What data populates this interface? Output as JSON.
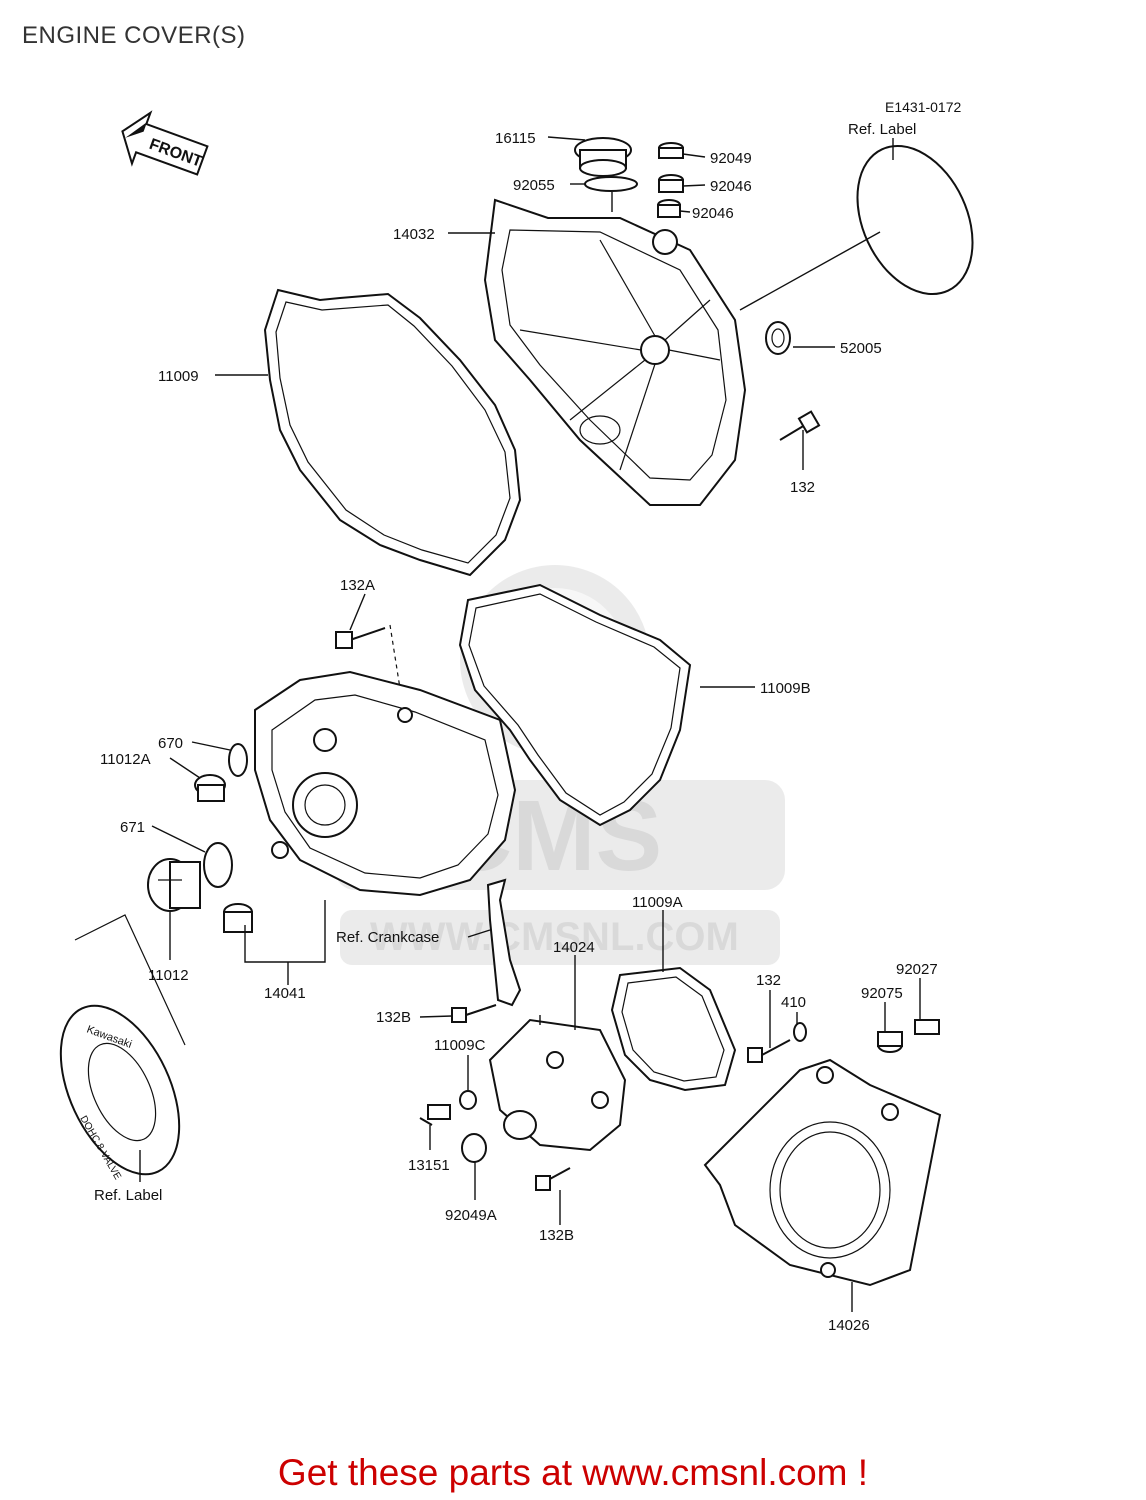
{
  "page": {
    "title": "ENGINE COVER(S)"
  },
  "diagram": {
    "ref_code": "E1431-0172",
    "front_arrow_text": "FRONT",
    "label_text_1": "Kawasaki",
    "label_text_2": "DOHC 8-VALVE",
    "watermark_logo": "CMS",
    "watermark_url": "WWW.CMSNL.COM",
    "parts": [
      {
        "id": "p16115",
        "number": "16115"
      },
      {
        "id": "p92049",
        "number": "92049"
      },
      {
        "id": "p92055",
        "number": "92055"
      },
      {
        "id": "p92046a",
        "number": "92046"
      },
      {
        "id": "p92046b",
        "number": "92046"
      },
      {
        "id": "p14032",
        "number": "14032"
      },
      {
        "id": "pref1",
        "number": "Ref. Label"
      },
      {
        "id": "p11009",
        "number": "11009"
      },
      {
        "id": "p52005",
        "number": "52005"
      },
      {
        "id": "p132a",
        "number": "132"
      },
      {
        "id": "p132A",
        "number": "132A"
      },
      {
        "id": "p11009B",
        "number": "11009B"
      },
      {
        "id": "p670",
        "number": "670"
      },
      {
        "id": "p11012A",
        "number": "11012A"
      },
      {
        "id": "p671",
        "number": "671"
      },
      {
        "id": "p11012",
        "number": "11012"
      },
      {
        "id": "p14041",
        "number": "14041"
      },
      {
        "id": "prefcc",
        "number": "Ref. Crankcase"
      },
      {
        "id": "p11009A",
        "number": "11009A"
      },
      {
        "id": "p14024",
        "number": "14024"
      },
      {
        "id": "p132b",
        "number": "132"
      },
      {
        "id": "p92027",
        "number": "92027"
      },
      {
        "id": "p410",
        "number": "410"
      },
      {
        "id": "p92075",
        "number": "92075"
      },
      {
        "id": "p132B1",
        "number": "132B"
      },
      {
        "id": "p11009C",
        "number": "11009C"
      },
      {
        "id": "p13151",
        "number": "13151"
      },
      {
        "id": "p92049A",
        "number": "92049A"
      },
      {
        "id": "p132B2",
        "number": "132B"
      },
      {
        "id": "pref2",
        "number": "Ref. Label"
      },
      {
        "id": "p14026",
        "number": "14026"
      }
    ]
  },
  "footer": {
    "text": "Get these parts at www.cmsnl.com !"
  }
}
